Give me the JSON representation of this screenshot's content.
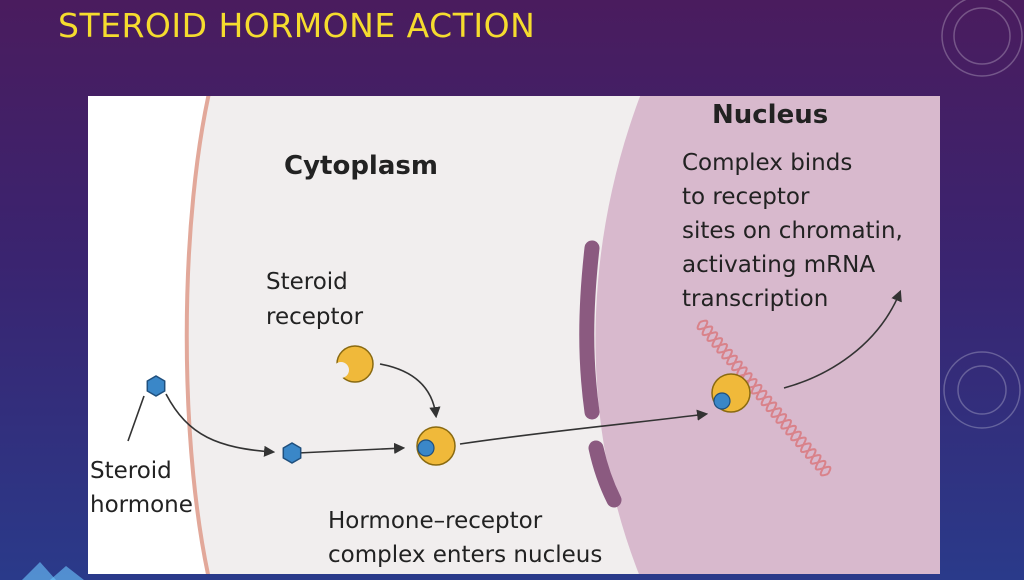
{
  "slide": {
    "title": "STEROID HORMONE ACTION"
  },
  "diagram": {
    "labels": {
      "nucleus": "Nucleus",
      "cytoplasm": "Cytoplasm",
      "complex_binds": [
        "Complex binds",
        "to receptor",
        "sites on chromatin,",
        "activating mRNA",
        "transcription"
      ],
      "steroid_receptor": [
        "Steroid",
        "receptor"
      ],
      "steroid_hormone": [
        "Steroid",
        "hormone"
      ],
      "hormone_receptor_complex": [
        "Hormone–receptor",
        "complex enters nucleus"
      ]
    },
    "colors": {
      "extracellular": "#ffffff",
      "cytoplasm": "#f1eeee",
      "cell_membrane": "#e2a89a",
      "nucleus": "#d8b9cd",
      "nuclear_envelope": "#8b5a80",
      "hormone": "#3a87c8",
      "receptor": "#f0b93a",
      "chromatin": "#d9828a",
      "text": "#222222"
    },
    "icons": {
      "hormone": "blue-hexagon",
      "receptor": "yellow-crescent",
      "chromatin": "double-helix"
    }
  }
}
